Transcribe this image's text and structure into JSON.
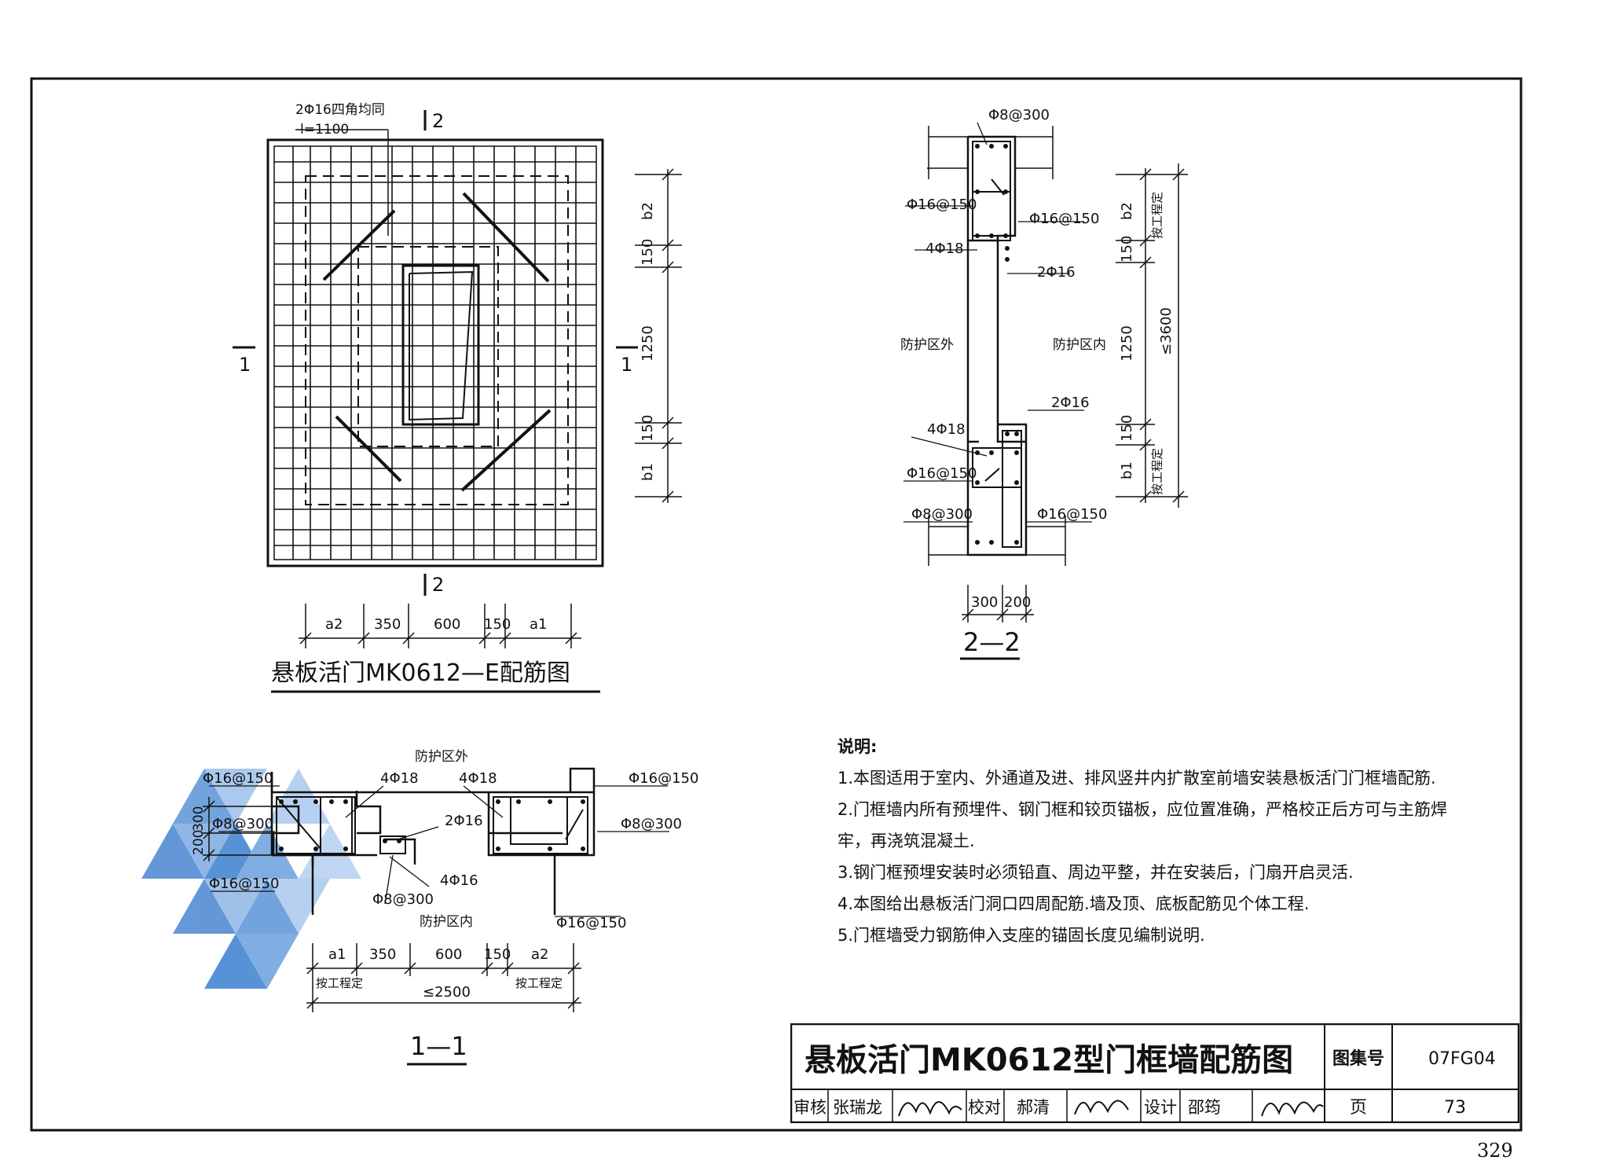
{
  "plan": {
    "caption": "悬板活门MK0612—E配筋图",
    "rebar_note": "2Φ16四角均同",
    "rebar_len": "l=1100",
    "sec_top": "2",
    "sec_bot": "2",
    "sec_left": "1",
    "sec_right": "1",
    "dims_right": [
      "b2",
      "150",
      "1250",
      "150",
      "b1"
    ],
    "dims_bottom": [
      "a2",
      "350",
      "600",
      "150",
      "a1"
    ]
  },
  "sec22": {
    "caption": "2—2",
    "labels": {
      "top_stirrup": "Φ8@300",
      "l1": "Φ16@150",
      "r1": "Φ16@150",
      "l2": "4Φ18",
      "r2": "2Φ16",
      "outside": "防护区外",
      "inside": "防护区内",
      "r3": "2Φ16",
      "l3": "4Φ18",
      "l4": "Φ16@150",
      "l5": "Φ8@300",
      "r5": "Φ16@150"
    },
    "dims_right": [
      "b2",
      "150",
      "1250",
      "150",
      "b1"
    ],
    "dims_right_notes": [
      "按工程定",
      "≤3600",
      "按工程定"
    ],
    "dims_bottom": [
      "300",
      "200"
    ]
  },
  "sec11": {
    "caption": "1—1",
    "labels": {
      "outside": "防护区外",
      "tl": "Φ16@150",
      "t1": "4Φ18",
      "t2": "4Φ18",
      "tr": "Φ16@150",
      "l1": "Φ8@300",
      "m1": "2Φ16",
      "r1": "Φ8@300",
      "l2": "Φ16@150",
      "m2": "4Φ16",
      "m3": "Φ8@300",
      "inside": "防护区内",
      "br": "Φ16@150"
    },
    "dims_left": [
      "300",
      "200"
    ],
    "dims_bottom": [
      "a1",
      "350",
      "600",
      "150",
      "a2"
    ],
    "dims_bottom_notes": [
      "按工程定",
      "按工程定"
    ],
    "dims_total": "≤2500"
  },
  "notes": {
    "heading": "说明:",
    "items": [
      "1.本图适用于室内、外通道及进、排风竖井内扩散室前墙安装悬板活门门框墙配筋.",
      "2.门框墙内所有预埋件、钢门框和铰页锚板，应位置准确，严格校正后方可与主筋焊",
      "牢，再浇筑混凝土.",
      "3.钢门框预埋安装时必须铅直、周边平整，并在安装后，门扇开启灵活.",
      "4.本图给出悬板活门洞口四周配筋.墙及顶、底板配筋见个体工程.",
      "5.门框墙受力钢筋伸入支座的锚固长度见编制说明."
    ]
  },
  "title_block": {
    "title": "悬板活门MK0612型门框墙配筋图",
    "atlas_label": "图集号",
    "atlas_no": "07FG04",
    "page_label": "页",
    "page_no": "73",
    "review_label": "审核",
    "reviewer": "张瑞龙",
    "check_label": "校对",
    "checker": "郝清",
    "design_label": "设计",
    "designer": "邵筠"
  },
  "page_number": "329",
  "colors": {
    "ink": "#111111",
    "watermark": "#3b7fd0"
  }
}
